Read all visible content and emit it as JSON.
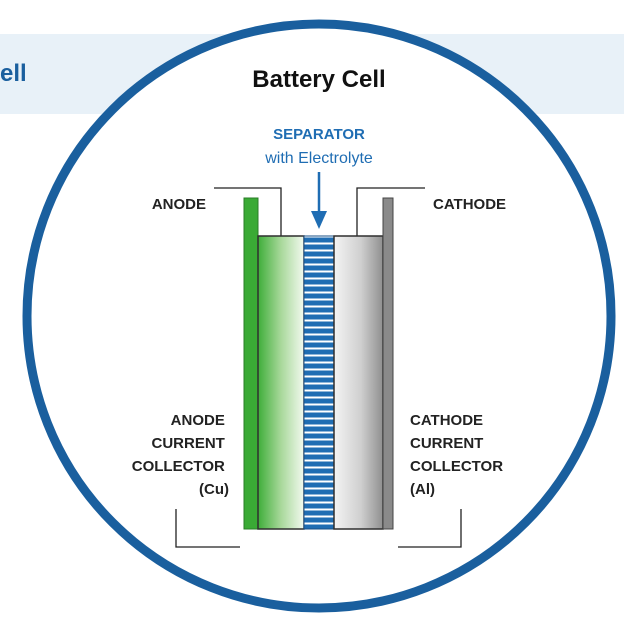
{
  "background": {
    "fragment_text": "ell"
  },
  "diagram": {
    "title": "Battery Cell",
    "separator": {
      "label": "SEPARATOR",
      "sublabel": "with Electrolyte"
    },
    "anode": {
      "label": "ANODE"
    },
    "cathode": {
      "label": "CATHODE"
    },
    "anode_collector": {
      "lines": [
        "ANODE",
        "CURRENT",
        "COLLECTOR",
        "(Cu)"
      ]
    },
    "cathode_collector": {
      "lines": [
        "CATHODE",
        "CURRENT",
        "COLLECTOR",
        "(Al)"
      ]
    }
  },
  "colors": {
    "circle_border": "#1a5f9e",
    "separator_blue": "#1f6db3",
    "anode_green": "#3aaa35",
    "cathode_gray": "#9a9a9a",
    "text_dark": "#222222",
    "band_bg": "#e8f1f8"
  }
}
